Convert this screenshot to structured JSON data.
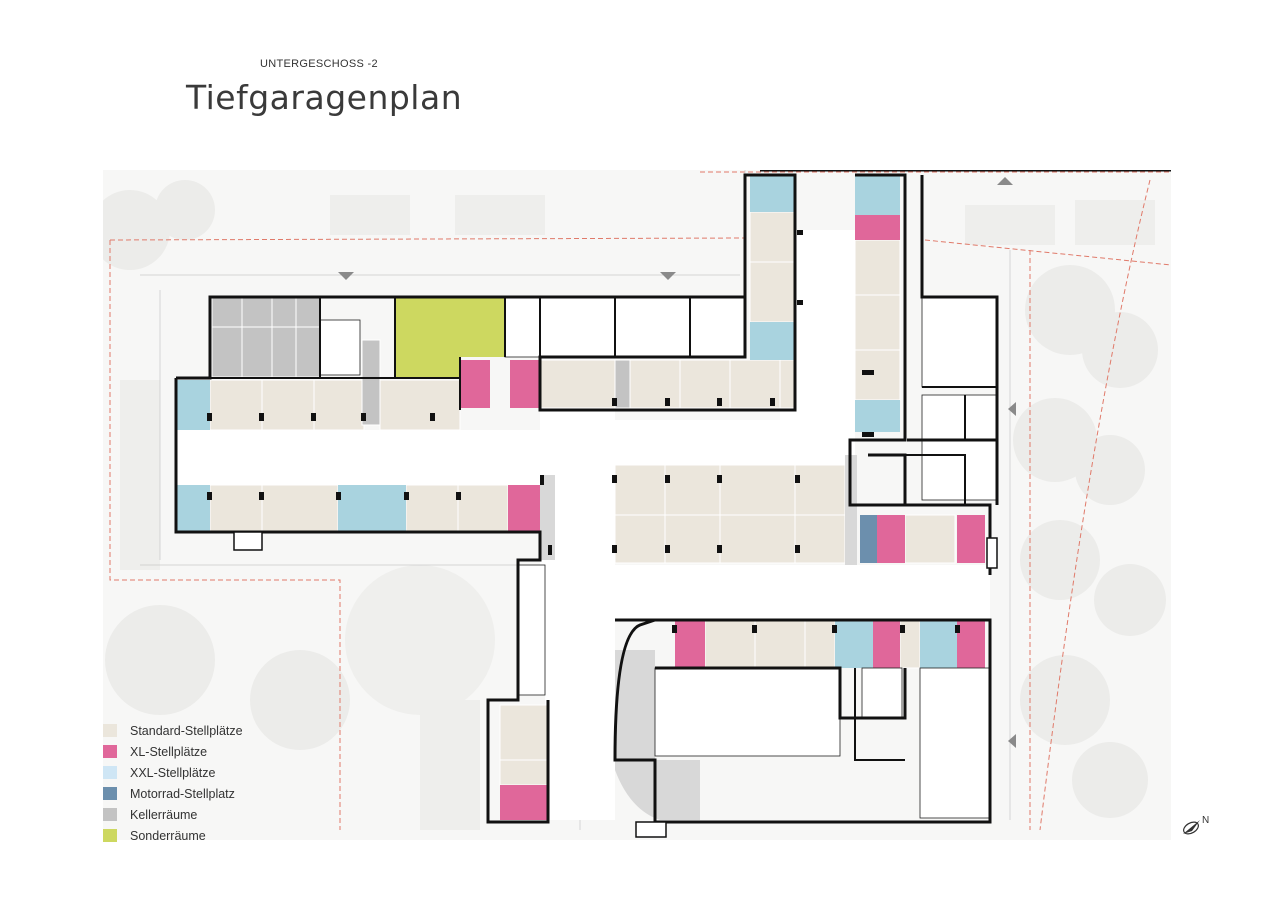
{
  "header": {
    "subtitle": "UNTERGESCHOSS -2",
    "title": "Tiefgaragenplan"
  },
  "colors": {
    "standard": "#ebe6dc",
    "xl": "#e0679a",
    "xxl": "#a9d3df",
    "motorrad": "#6c8fad",
    "keller": "#c3c3c3",
    "sonder": "#cdd860",
    "wall": "#111111",
    "drive": "#ffffff",
    "background": "#f7f7f6"
  },
  "legend": [
    {
      "label": "Standard-Stellplätze",
      "color": "#ebe6dc"
    },
    {
      "label": "XL-Stellplätze",
      "color": "#e0679a"
    },
    {
      "label": "XXL-Stellplätze",
      "color": "#cfe6f5"
    },
    {
      "label": "Motorrad-Stellplatz",
      "color": "#6c8fad"
    },
    {
      "label": "Kellerräume",
      "color": "#c3c3c3"
    },
    {
      "label": "Sonderräume",
      "color": "#cdd860"
    }
  ],
  "north_label": "N"
}
